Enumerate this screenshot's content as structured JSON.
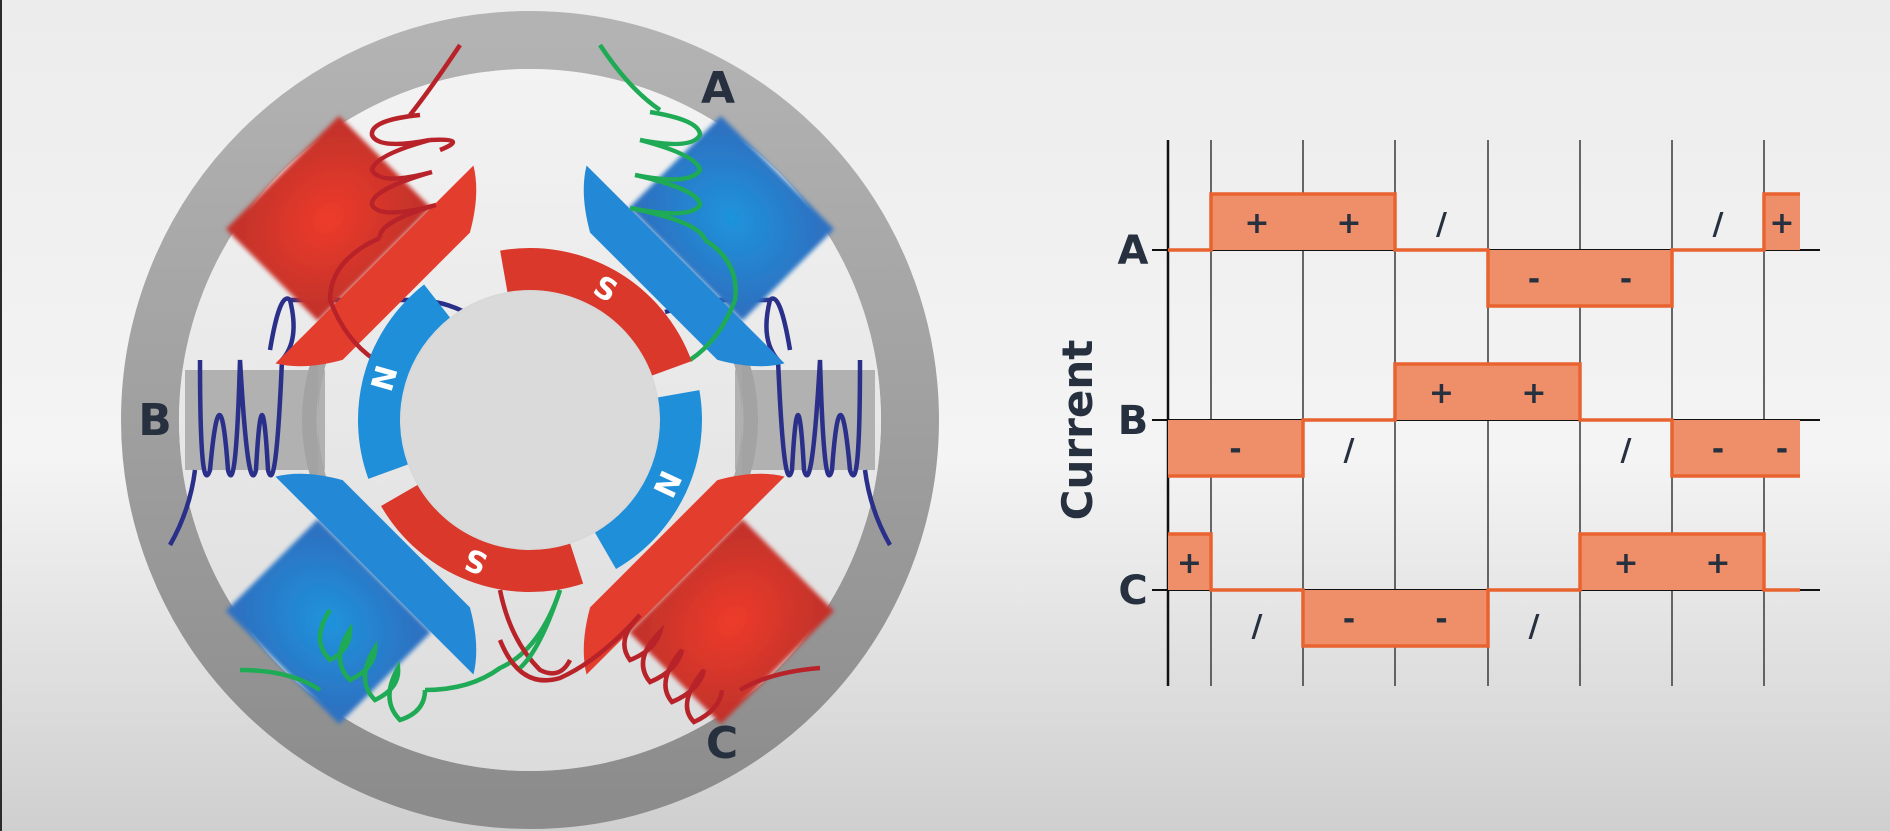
{
  "motor": {
    "phase_labels": [
      "A",
      "B",
      "C"
    ],
    "rotor_poles": [
      "S",
      "N",
      "S",
      "N"
    ]
  },
  "timing_chart": {
    "axis_label": "Current",
    "rows": [
      {
        "name": "A",
        "states": [
          "0",
          "+",
          "+",
          "/",
          "-",
          "-",
          "/",
          "+"
        ]
      },
      {
        "name": "B",
        "states": [
          "-",
          "/",
          "+",
          "+",
          "/",
          "-",
          "-"
        ]
      },
      {
        "name": "C",
        "states": [
          "+",
          "/",
          "-",
          "-",
          "/",
          "+",
          "+",
          "0"
        ]
      }
    ],
    "signs": {
      "plus": "+",
      "minus": "-",
      "off": "/"
    }
  },
  "colors": {
    "coil_red": "#d9382b",
    "coil_blue": "#1e8fd8",
    "winding_green": "#1faa55",
    "winding_navy": "#2a2f8a",
    "stator_gray": "#a3a3a3",
    "pulse_fill": "#ef8f6a",
    "pulse_line": "#e8632f",
    "label_dark": "#26303f"
  }
}
